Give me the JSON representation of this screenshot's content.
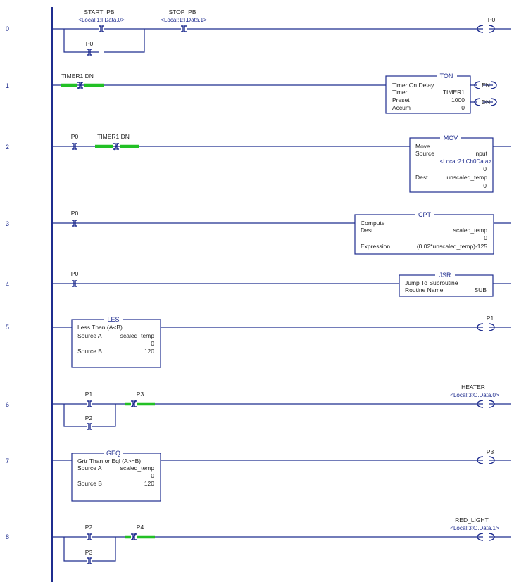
{
  "diagram": {
    "colors": {
      "wire": "#1f2d8f",
      "energized": "#22c025",
      "text": "#222222"
    },
    "rung_numbers": [
      "0",
      "1",
      "2",
      "3",
      "4",
      "5",
      "6",
      "7",
      "8"
    ],
    "rung0": {
      "start_tag": "START_PB",
      "start_addr": "<Local:1:I.Data.0>",
      "stop_tag": "STOP_PB",
      "stop_addr": "<Local:1:I.Data.1>",
      "branch_tag": "P0",
      "coil_tag": "P0"
    },
    "rung1": {
      "contact_tag": "TIMER1.DN",
      "ton": {
        "title": "TON",
        "name": "Timer On Delay",
        "timer_label": "Timer",
        "timer_value": "TIMER1",
        "preset_label": "Preset",
        "preset_value": "1000",
        "accum_label": "Accum",
        "accum_value": "0",
        "en": "EN",
        "dn": "DN"
      }
    },
    "rung2": {
      "contact1_tag": "P0",
      "contact2_tag": "TIMER1.DN",
      "mov": {
        "title": "MOV",
        "name": "Move",
        "source_label": "Source",
        "source_value": "input",
        "source_addr": "<Local:2:I.Ch0Data>",
        "source_num": "0",
        "dest_label": "Dest",
        "dest_value": "unscaled_temp",
        "dest_num": "0"
      }
    },
    "rung3": {
      "contact_tag": "P0",
      "cpt": {
        "title": "CPT",
        "name": "Compute",
        "dest_label": "Dest",
        "dest_value": "scaled_temp",
        "dest_num": "0",
        "expr_label": "Expression",
        "expr_value": "(0.02*unscaled_temp)-125"
      }
    },
    "rung4": {
      "contact_tag": "P0",
      "jsr": {
        "title": "JSR",
        "name": "Jump To Subroutine",
        "routine_label": "Routine Name",
        "routine_value": "SUB"
      }
    },
    "rung5": {
      "les": {
        "title": "LES",
        "name": "Less Than (A<B)",
        "srcA_label": "Source A",
        "srcA_value": "scaled_temp",
        "srcA_num": "0",
        "srcB_label": "Source B",
        "srcB_value": "120"
      },
      "coil_tag": "P1"
    },
    "rung6": {
      "contact1_tag": "P1",
      "branch_tag": "P2",
      "contact2_tag": "P3",
      "coil_tag": "HEATER",
      "coil_addr": "<Local:3:O.Data.0>"
    },
    "rung7": {
      "geq": {
        "title": "GEQ",
        "name": "Grtr Than or Eql (A>=B)",
        "srcA_label": "Source A",
        "srcA_value": "scaled_temp",
        "srcA_num": "0",
        "srcB_label": "Source B",
        "srcB_value": "120"
      },
      "coil_tag": "P3"
    },
    "rung8": {
      "contact1_tag": "P2",
      "branch_tag": "P3",
      "contact2_tag": "P4",
      "coil_tag": "RED_LIGHT",
      "coil_addr": "<Local:3:O.Data.1>"
    }
  }
}
